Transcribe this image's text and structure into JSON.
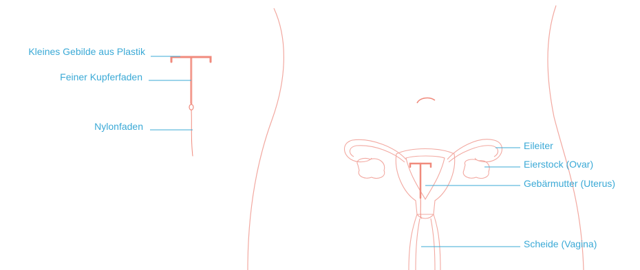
{
  "colors": {
    "label": "#3aa9d6",
    "leader": "#3aa9d6",
    "anatomy": "#f2a8a0",
    "iud": "#f08a7c"
  },
  "labels": {
    "small_plastic_frame": "Kleines Gebilde aus Plastik",
    "copper_wire": "Feiner Kupferfaden",
    "nylon_thread": "Nylonfaden",
    "fallopian_tube": "Eileiter",
    "ovary": "Eierstock (Ovar)",
    "uterus": "Gebärmutter (Uterus)",
    "vagina": "Scheide (Vagina)"
  }
}
